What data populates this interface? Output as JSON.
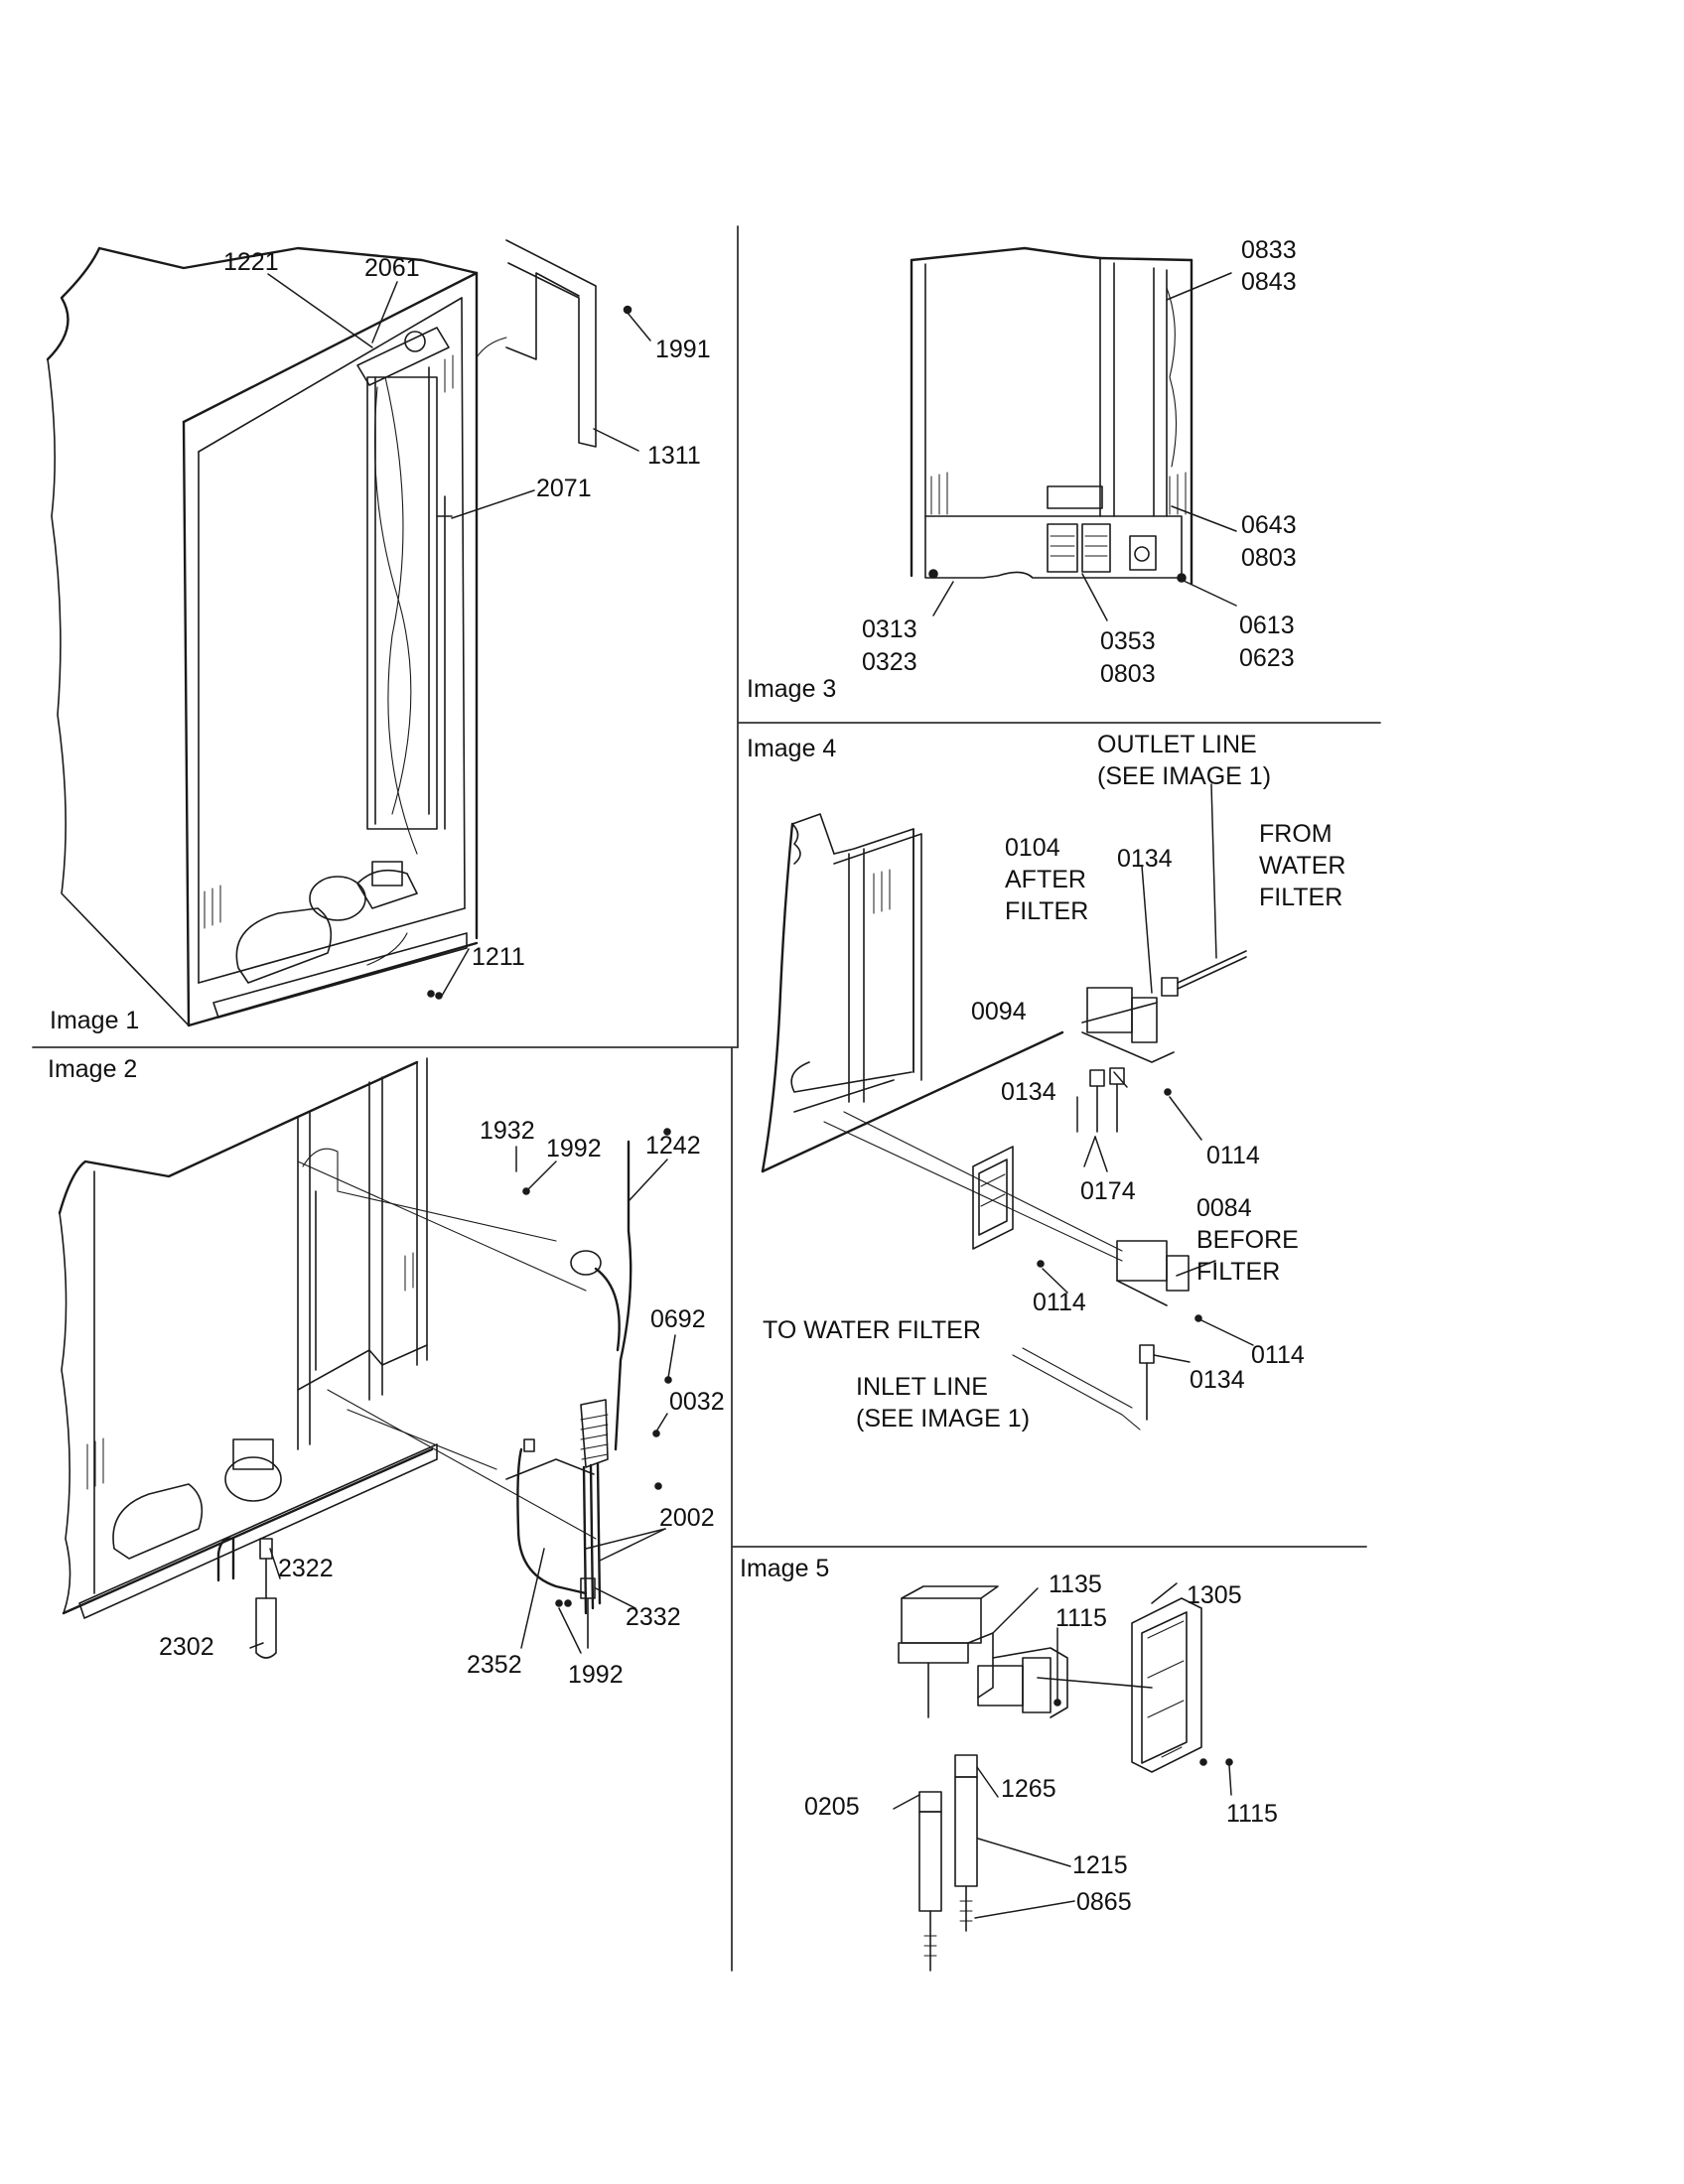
{
  "panels": [
    {
      "id": "image1",
      "title": "Image 1",
      "labels": [
        "1221",
        "2061",
        "1991",
        "1311",
        "2071",
        "1211"
      ]
    },
    {
      "id": "image2",
      "title": "Image 2",
      "labels": [
        "1932",
        "1992",
        "1242",
        "0692",
        "0032",
        "2002",
        "2322",
        "2332",
        "2302",
        "2352",
        "1992"
      ]
    },
    {
      "id": "image3",
      "title": "Image 3",
      "labels": [
        "0833",
        "0843",
        "0643",
        "0803",
        "0313",
        "0323",
        "0353",
        "0803",
        "0613",
        "0623"
      ]
    },
    {
      "id": "image4",
      "title": "Image 4",
      "labels": [
        "OUTLET LINE",
        "(SEE IMAGE 1)",
        "FROM",
        "WATER",
        "FILTER",
        "0104",
        "AFTER",
        "FILTER",
        "0134",
        "0094",
        "0134",
        "0114",
        "0174",
        "0084",
        "BEFORE",
        "FILTER",
        "0114",
        "TO WATER FILTER",
        "0114",
        "0134",
        "INLET LINE",
        "(SEE IMAGE 1)"
      ]
    },
    {
      "id": "image5",
      "title": "Image 5",
      "labels": [
        "1135",
        "1305",
        "1115",
        "0205",
        "1265",
        "1115",
        "1215",
        "0865"
      ]
    }
  ]
}
